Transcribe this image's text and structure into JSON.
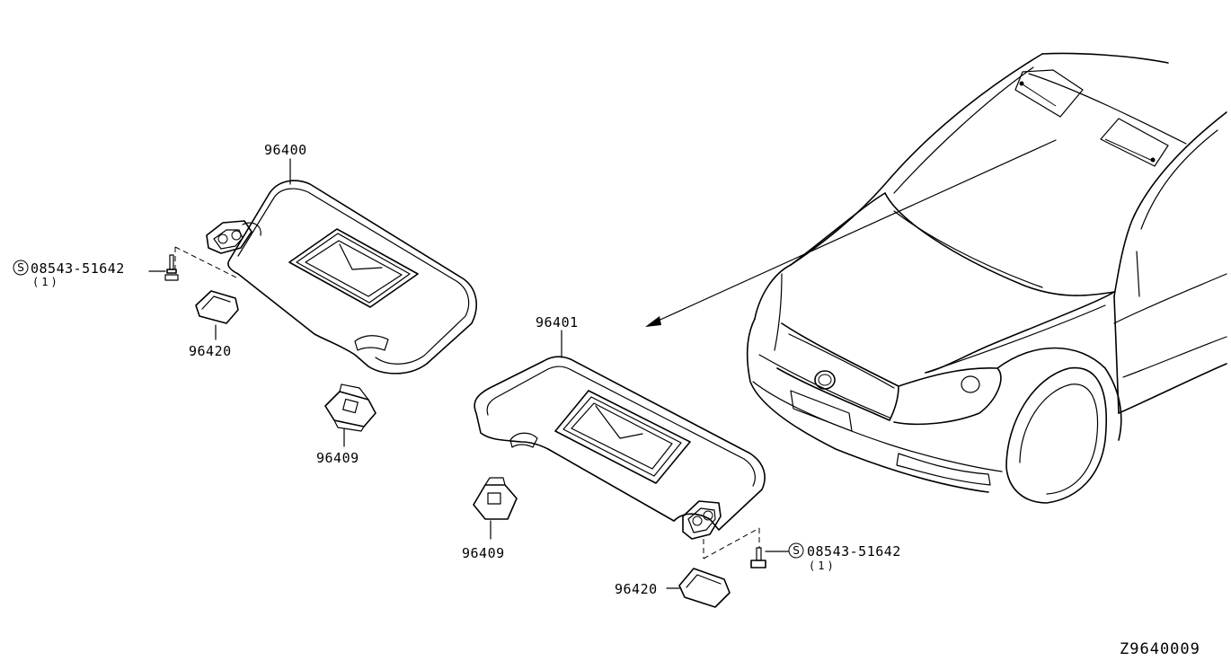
{
  "parts": {
    "visor_left": "96400",
    "visor_right": "96401",
    "cover_left": "96420",
    "cover_right": "96420",
    "holder_left": "96409",
    "holder_right": "96409",
    "screw_left": {
      "symbol": "S",
      "number": "08543-51642",
      "qty": "(1)"
    },
    "screw_right": {
      "symbol": "S",
      "number": "08543-51642",
      "qty": "(1)"
    }
  },
  "diagram_code": "Z9640009"
}
